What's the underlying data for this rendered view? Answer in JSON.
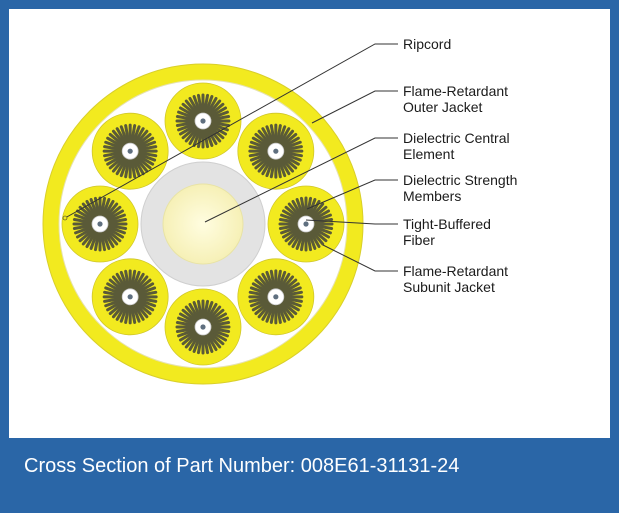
{
  "labels": {
    "ripcord": "Ripcord",
    "outer_jacket": "Flame-Retardant\nOuter Jacket",
    "central_element": "Dielectric Central\nElement",
    "strength_members": "Dielectric Strength\nMembers",
    "tight_buffered_fiber": "Tight-Buffered\nFiber",
    "subunit_jacket": "Flame-Retardant\nSubunit Jacket"
  },
  "caption": "Cross Section of Part Number: 008E61-31131-24",
  "colors": {
    "frame": "#2a66a7",
    "jacket_yellow": "#f2ea1f",
    "central_element": "#fbf8c8",
    "central_ring": "#e3e3e3",
    "strength_yarn": "#5a5a38",
    "fiber_core": "#5f6f7f"
  },
  "subunit_count": 8
}
